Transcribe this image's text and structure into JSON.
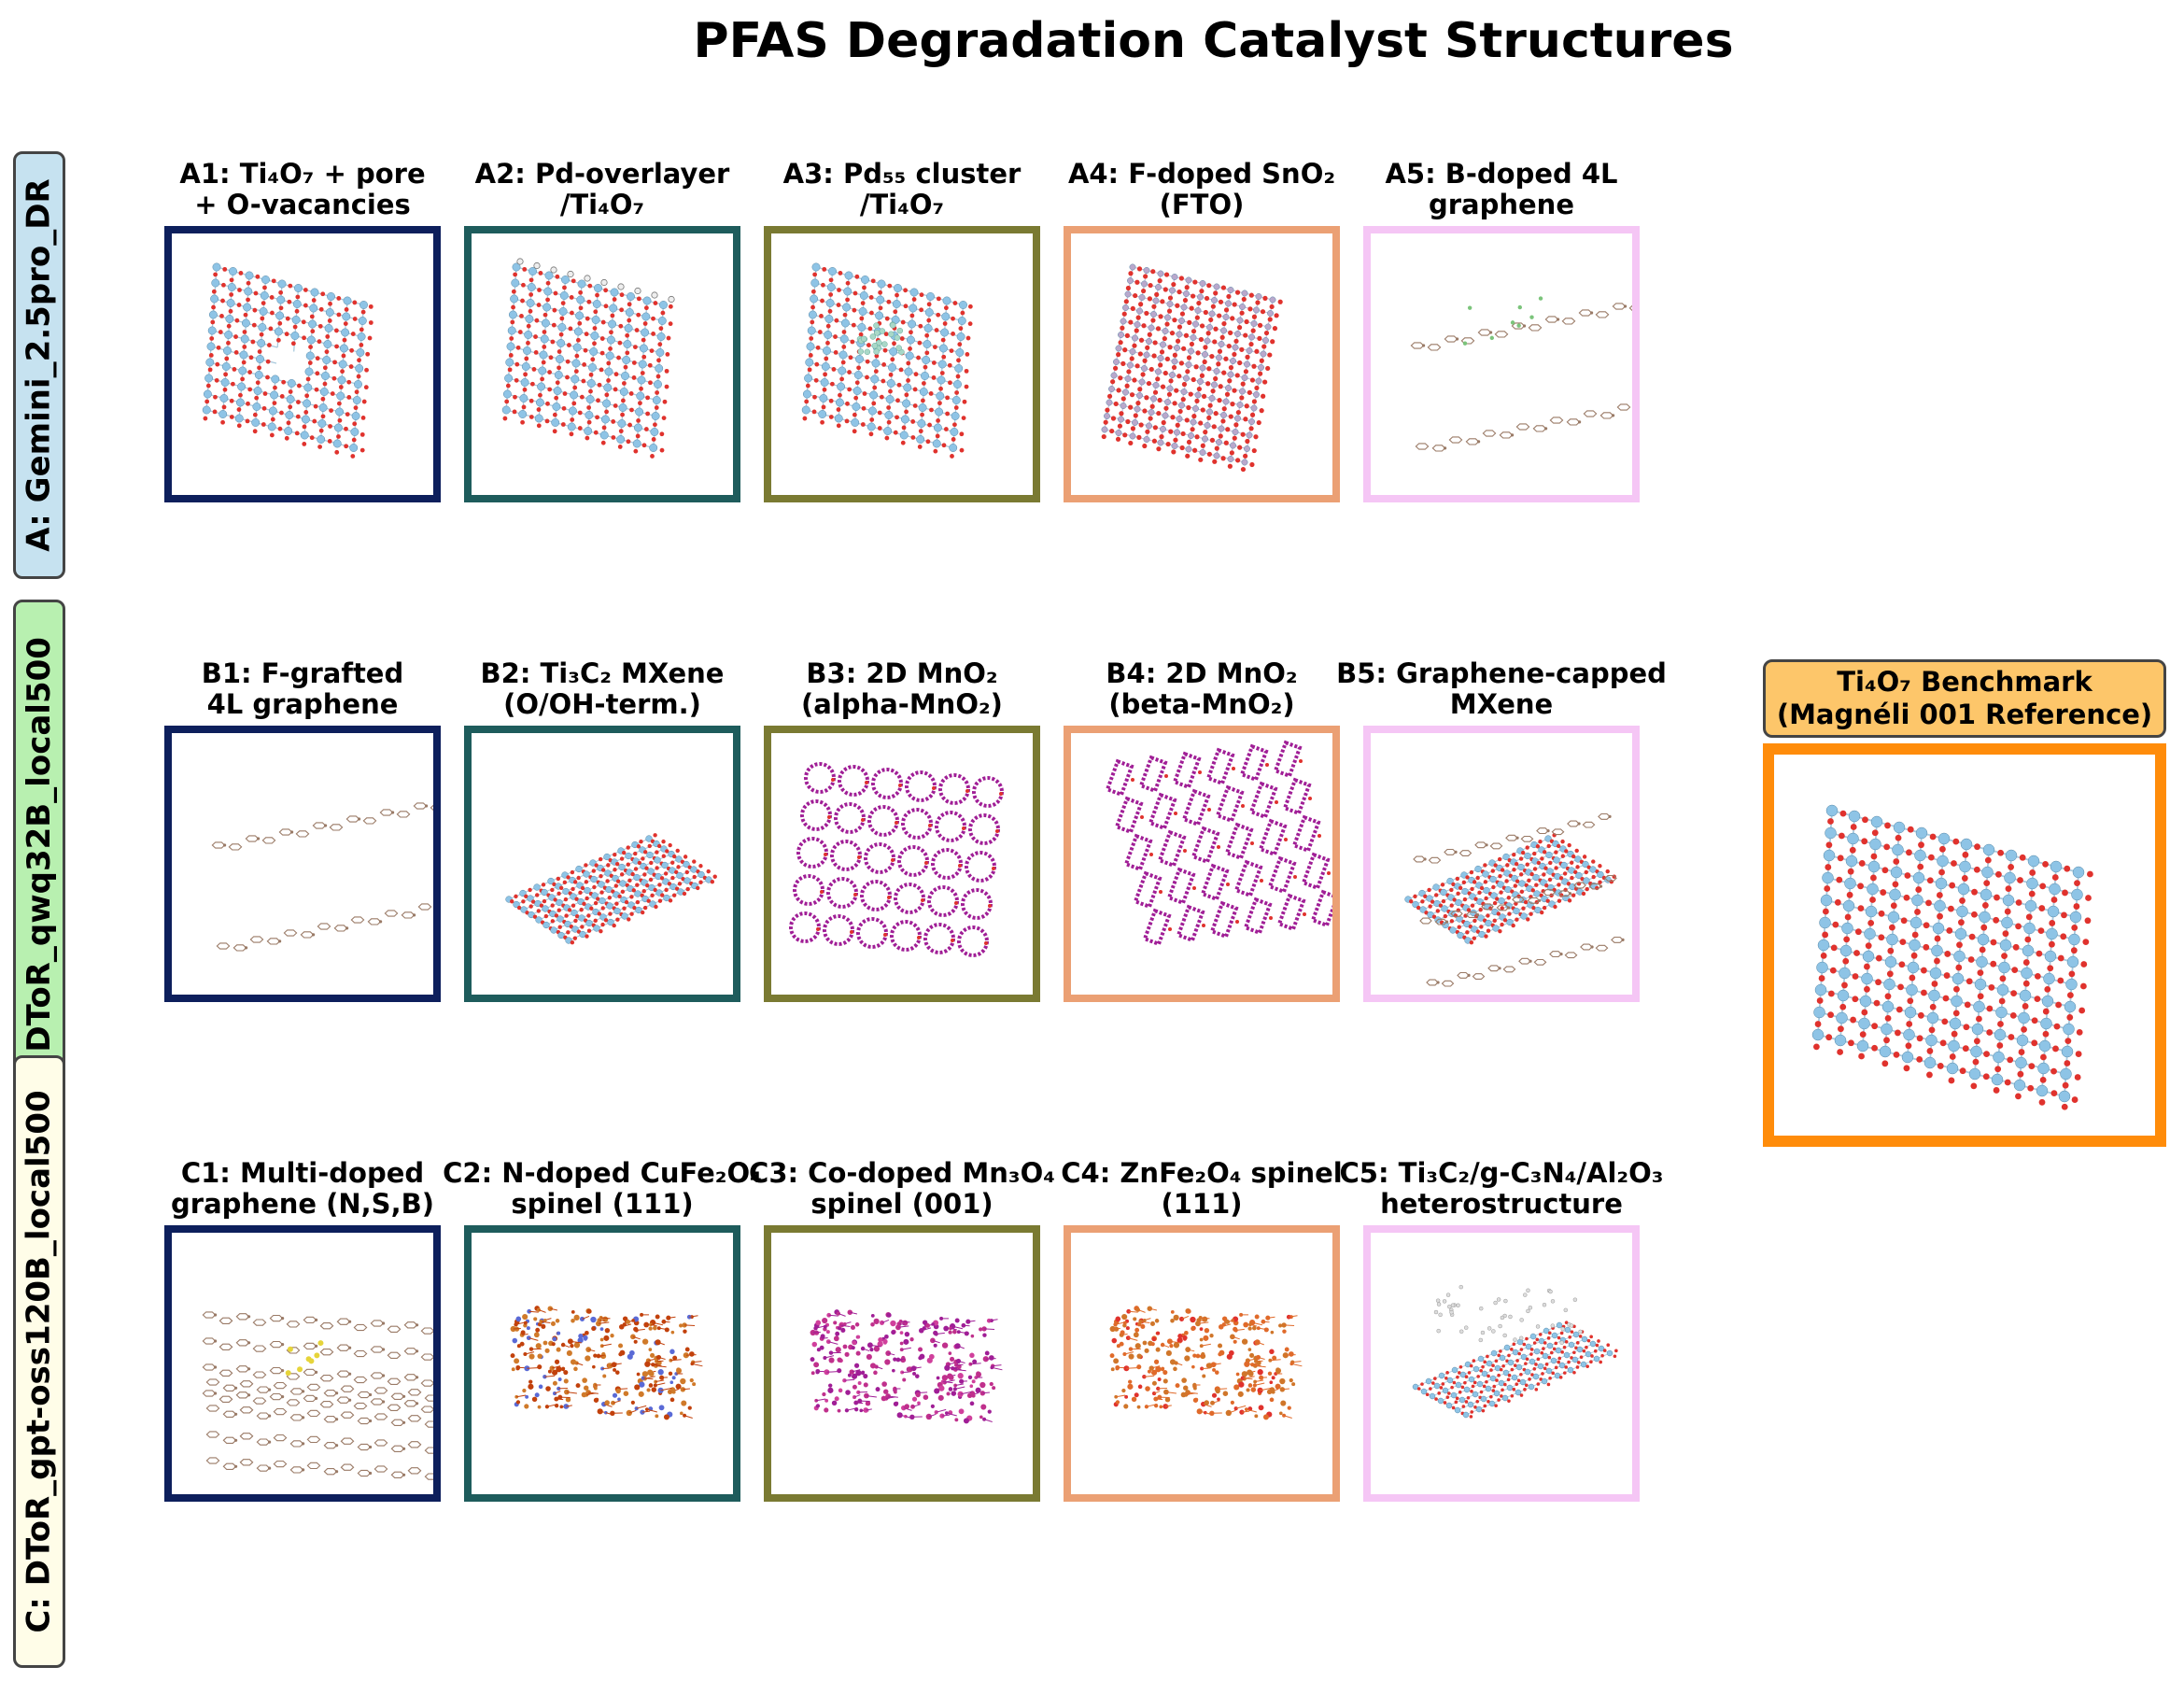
{
  "title": "PFAS Degradation Catalyst Structures",
  "rows": [
    {
      "label": "A: Gemini_2.5pro_DR",
      "color": "#c6e2f0"
    },
    {
      "label": "B: DToR_qwq32B_local500",
      "color": "#b8f0b0"
    },
    {
      "label": "C: DToR_gpt-oss120B_local500",
      "color": "#fffde8"
    }
  ],
  "panels": [
    {
      "caption": "A1: Ti₄O₇ + pore\n+ O-vacancies",
      "border": "#0d1f5c",
      "style": "tio"
    },
    {
      "caption": "A2: Pd-overlayer\n/Ti₄O₇",
      "border": "#1e5c5c",
      "style": "tio-pd"
    },
    {
      "caption": "A3: Pd₅₅ cluster\n/Ti₄O₇",
      "border": "#7a7a32",
      "style": "tio-cluster"
    },
    {
      "caption": "A4: F-doped SnO₂\n(FTO)",
      "border": "#eba074",
      "style": "fto"
    },
    {
      "caption": "A5: B-doped 4L\ngraphene",
      "border": "#f5c6f5",
      "style": "graphene-b"
    },
    {
      "caption": "B1: F-grafted\n4L graphene",
      "border": "#0d1f5c",
      "style": "graphene"
    },
    {
      "caption": "B2: Ti₃C₂ MXene\n(O/OH-term.)",
      "border": "#1e5c5c",
      "style": "mxene"
    },
    {
      "caption": "B3: 2D MnO₂\n(alpha-MnO₂)",
      "border": "#7a7a32",
      "style": "mno2-alpha"
    },
    {
      "caption": "B4: 2D MnO₂\n(beta-MnO₂)",
      "border": "#eba074",
      "style": "mno2-beta"
    },
    {
      "caption": "B5: Graphene-capped\nMXene",
      "border": "#f5c6f5",
      "style": "mxene-cap"
    },
    {
      "caption": "C1: Multi-doped\ngraphene (N,S,B)",
      "border": "#0d1f5c",
      "style": "multi-layer"
    },
    {
      "caption": "C2: N-doped CuFe₂O₄\nspinel (111)",
      "border": "#1e5c5c",
      "style": "spinel-cu"
    },
    {
      "caption": "C3: Co-doped Mn₃O₄\nspinel (001)",
      "border": "#7a7a32",
      "style": "spinel-mn"
    },
    {
      "caption": "C4: ZnFe₂O₄ spinel\n(111)",
      "border": "#eba074",
      "style": "spinel-zn"
    },
    {
      "caption": "C5: Ti₃C₂/g-C₃N₄/Al₂O₃\nheterostructure",
      "border": "#f5c6f5",
      "style": "hetero"
    }
  ],
  "benchmark": {
    "line1": "Ti₄O₇ Benchmark",
    "line2": "(Magnéli 001 Reference)",
    "border": "#ff8c0a",
    "style": "tio-big"
  }
}
